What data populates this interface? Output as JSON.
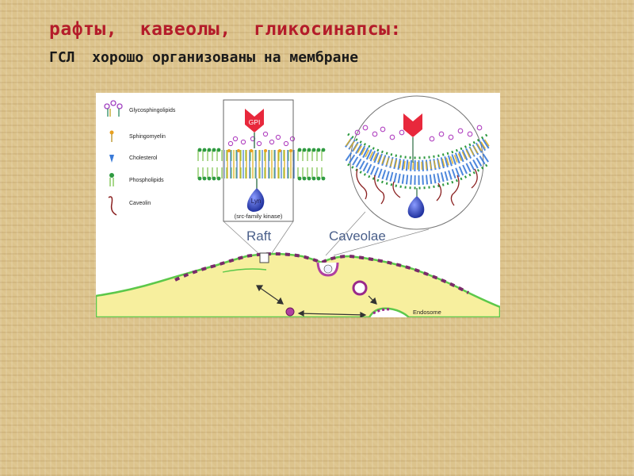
{
  "slide": {
    "title": "рафты,  кавеолы,  гликосинапсы:",
    "subtitle": "ГСЛ  хорошо организованы на мембране"
  },
  "figure": {
    "legend": [
      {
        "label": "Glycosphingolipids",
        "icon": "glycosphingolipid-icon"
      },
      {
        "label": "Sphingomyelin",
        "icon": "sphingomyelin-icon"
      },
      {
        "label": "Cholesterol",
        "icon": "cholesterol-icon"
      },
      {
        "label": "Phospholipids",
        "icon": "phospholipid-icon"
      },
      {
        "label": "Caveolin",
        "icon": "caveolin-icon"
      }
    ],
    "gpi_label": "GPI",
    "lyn_label": "Lyn",
    "kinase_label": "(src-family kinase)",
    "raft_label": "Raft",
    "caveolae_label": "Caveolae",
    "endosome_label": "Endosome"
  },
  "colors": {
    "title": "#b41c2a",
    "cell_fill": "#f7ef9e",
    "membrane": "#5cc84a",
    "raft_marks": "#7a2a6a",
    "gpi": "#e8283c",
    "lyn": "#2f3fa8",
    "labels": "#4a5f8a"
  }
}
